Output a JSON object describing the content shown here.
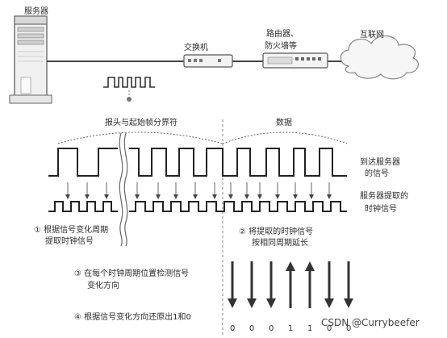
{
  "devices": {
    "server_label": "服务器",
    "switch_label": "交换机",
    "router_label_line1": "路由器、",
    "router_label_line2": "防火墙等",
    "internet_label": "互联网"
  },
  "signal": {
    "header_label": "报头与起始帧分界符",
    "data_label": "数据",
    "arrive_line1": "到达服务器",
    "arrive_line2": "的信号",
    "clock_line1": "服务器提取的",
    "clock_line2": "时钟信号"
  },
  "steps": {
    "step1_line1": "① 根据信号变化周期",
    "step1_line2": "提取时钟信号",
    "step2_line1": "② 将提取的时钟信号",
    "step2_line2": "按相同周期延长",
    "step3_line1": "③ 在每个时钟周期位置检测信号",
    "step3_line2": "变化方向",
    "step4": "④ 根据信号变化方向还原出1和0"
  },
  "decoded": {
    "directions": [
      "down",
      "down",
      "down",
      "up",
      "up",
      "down",
      "down"
    ],
    "bits": [
      "0",
      "0",
      "0",
      "1",
      "1",
      "0",
      "0"
    ]
  },
  "watermark": "CSDN @Currybeefer",
  "colors": {
    "line": "#2b2b2b",
    "arrow": "#555555",
    "device": "#f4f4f4"
  }
}
